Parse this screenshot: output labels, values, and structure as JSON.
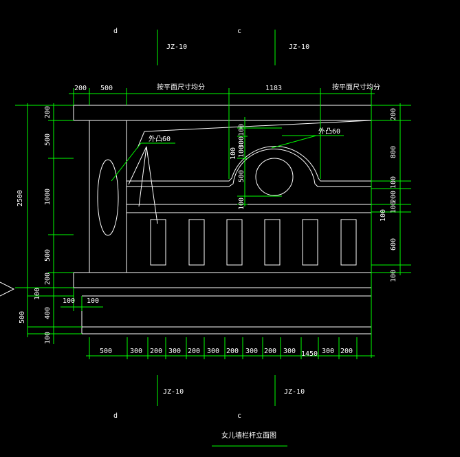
{
  "drawing": {
    "title": "女儿墙栏杆立面图",
    "axes_top": [
      "d",
      "c"
    ],
    "axes_bottom": [
      "d",
      "c"
    ],
    "column_labels_top": [
      "JZ-10",
      "JZ-10"
    ],
    "column_labels_bottom": [
      "JZ-10",
      "JZ-10"
    ],
    "callouts": [
      "外凸60",
      "外凸60"
    ]
  },
  "dims": {
    "top": [
      "200",
      "500",
      "按平面尺寸均分",
      "1183",
      "按平面尺寸均分"
    ],
    "bottom": [
      "500",
      "300",
      "200",
      "300",
      "200",
      "300",
      "200",
      "300",
      "200",
      "300",
      "1450",
      "300",
      "200"
    ],
    "left_outer": "2500",
    "left": [
      "200",
      "500",
      "1000",
      "500",
      "200",
      "100",
      "400",
      "500",
      "100"
    ],
    "left_small": [
      "100",
      "100"
    ],
    "arch": [
      "100",
      "300",
      "100",
      "100",
      "500",
      "100"
    ],
    "right": [
      "200",
      "800",
      "100",
      "200",
      "100",
      "100",
      "600",
      "100"
    ]
  },
  "colors": {
    "background": "#000000",
    "outline": "#ffffff",
    "dimension": "#00ff00"
  }
}
